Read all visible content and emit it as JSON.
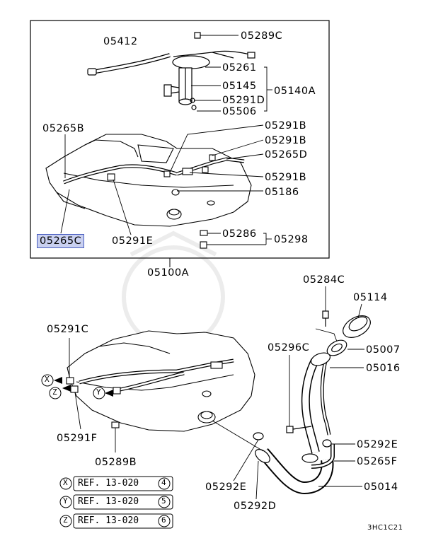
{
  "upper_labels": {
    "p05412": "05412",
    "p05289C": "05289C",
    "p05261": "05261",
    "p05145": "05145",
    "p05140A": "05140A",
    "p05291D": "05291D",
    "p05506": "05506",
    "p05265B": "05265B",
    "p05291B_1": "05291B",
    "p05291B_2": "05291B",
    "p05265D": "05265D",
    "p05291B_3": "05291B",
    "p05186": "05186",
    "p05286": "05286",
    "p05298": "05298",
    "p05265C": "05265C",
    "p05291E": "05291E",
    "p05100A": "05100A"
  },
  "lower_labels": {
    "p05284C": "05284C",
    "p05114": "05114",
    "p05291C": "05291C",
    "p05007": "05007",
    "p05296C": "05296C",
    "p05016": "05016",
    "p05292E_1": "05292E",
    "p05265F": "05265F",
    "p05291F": "05291F",
    "p05289B": "05289B",
    "p05292E_2": "05292E",
    "p05014": "05014",
    "p05292D": "05292D"
  },
  "connectors": {
    "x": "X",
    "y": "Y",
    "z": "Z"
  },
  "references": [
    {
      "letter": "X",
      "text": "REF. 13-020",
      "num": "4"
    },
    {
      "letter": "Y",
      "text": "REF. 13-020",
      "num": "5"
    },
    {
      "letter": "Z",
      "text": "REF. 13-020",
      "num": "6"
    }
  ],
  "diagram_code": "3HC1C21",
  "colors": {
    "highlight": "#c9d0f0",
    "line": "#000000"
  }
}
